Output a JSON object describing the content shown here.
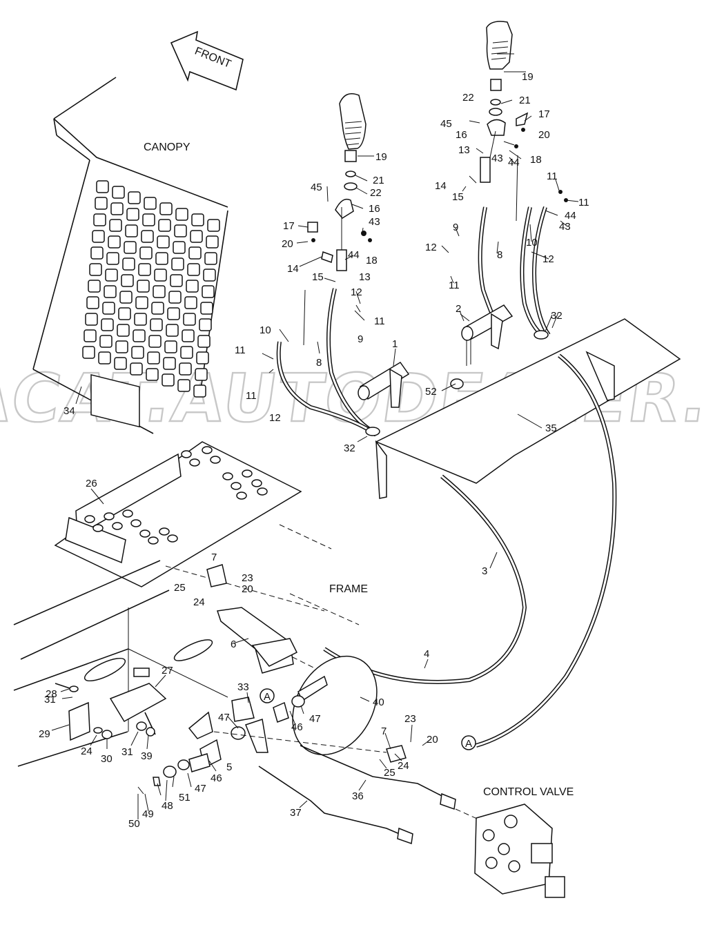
{
  "watermark": "ACAT.AUTODEALER.RU",
  "area_labels": {
    "front": "FRONT",
    "canopy": "CANOPY",
    "frame": "FRAME",
    "control_valve": "CONTROL VALVE"
  },
  "callouts": [
    {
      "id": "c19a",
      "text": "19"
    },
    {
      "id": "c22a",
      "text": "22"
    },
    {
      "id": "c21a",
      "text": "21"
    },
    {
      "id": "c17a",
      "text": "17"
    },
    {
      "id": "c45a",
      "text": "45"
    },
    {
      "id": "c16a",
      "text": "16"
    },
    {
      "id": "c20a",
      "text": "20"
    },
    {
      "id": "c13a",
      "text": "13"
    },
    {
      "id": "c43a",
      "text": "43"
    },
    {
      "id": "c44a",
      "text": "44"
    },
    {
      "id": "c18a",
      "text": "18"
    },
    {
      "id": "c14a",
      "text": "14"
    },
    {
      "id": "c15a",
      "text": "15"
    },
    {
      "id": "c11a",
      "text": "11"
    },
    {
      "id": "c11b",
      "text": "11"
    },
    {
      "id": "c12a",
      "text": "12"
    },
    {
      "id": "c11c",
      "text": "11"
    },
    {
      "id": "c12b",
      "text": "12"
    },
    {
      "id": "c9a",
      "text": "9"
    },
    {
      "id": "c8a",
      "text": "8"
    },
    {
      "id": "c10a",
      "text": "10"
    },
    {
      "id": "c2a",
      "text": "2"
    },
    {
      "id": "c32a",
      "text": "32"
    },
    {
      "id": "c19b",
      "text": "19"
    },
    {
      "id": "c22b",
      "text": "22"
    },
    {
      "id": "c21b",
      "text": "21"
    },
    {
      "id": "c45b",
      "text": "45"
    },
    {
      "id": "c16b",
      "text": "16"
    },
    {
      "id": "c17b",
      "text": "17"
    },
    {
      "id": "c20b",
      "text": "20"
    },
    {
      "id": "c18b",
      "text": "18"
    },
    {
      "id": "c43b",
      "text": "43"
    },
    {
      "id": "c14b",
      "text": "14"
    },
    {
      "id": "c13b",
      "text": "13"
    },
    {
      "id": "c12c",
      "text": "12"
    },
    {
      "id": "c15b",
      "text": "15"
    },
    {
      "id": "c44b",
      "text": "44"
    },
    {
      "id": "c9b",
      "text": "9"
    },
    {
      "id": "c11d",
      "text": "11"
    },
    {
      "id": "c11e",
      "text": "11"
    },
    {
      "id": "c10b",
      "text": "10"
    },
    {
      "id": "c43c",
      "text": "43"
    },
    {
      "id": "c8b",
      "text": "8"
    },
    {
      "id": "c44c",
      "text": "44"
    },
    {
      "id": "c11f",
      "text": "11"
    },
    {
      "id": "c12d",
      "text": "12"
    },
    {
      "id": "c32b",
      "text": "32"
    },
    {
      "id": "c1",
      "text": "1"
    },
    {
      "id": "c34",
      "text": "34"
    },
    {
      "id": "c52",
      "text": "52"
    },
    {
      "id": "c35",
      "text": "35"
    },
    {
      "id": "c26",
      "text": "26"
    },
    {
      "id": "c7a",
      "text": "7"
    },
    {
      "id": "c23a",
      "text": "23"
    },
    {
      "id": "c25a",
      "text": "25"
    },
    {
      "id": "c20c",
      "text": "20"
    },
    {
      "id": "c24a",
      "text": "24"
    },
    {
      "id": "c3",
      "text": "3"
    },
    {
      "id": "c6",
      "text": "6"
    },
    {
      "id": "c4",
      "text": "4"
    },
    {
      "id": "c27",
      "text": "27"
    },
    {
      "id": "c28",
      "text": "28"
    },
    {
      "id": "c31a",
      "text": "31"
    },
    {
      "id": "c33",
      "text": "33"
    },
    {
      "id": "c40",
      "text": "40"
    },
    {
      "id": "c29",
      "text": "29"
    },
    {
      "id": "c24b",
      "text": "24"
    },
    {
      "id": "c30",
      "text": "30"
    },
    {
      "id": "c31b",
      "text": "31"
    },
    {
      "id": "c39",
      "text": "39"
    },
    {
      "id": "c47a",
      "text": "47"
    },
    {
      "id": "c46a",
      "text": "46"
    },
    {
      "id": "c47b",
      "text": "47"
    },
    {
      "id": "c7b",
      "text": "7"
    },
    {
      "id": "c23b",
      "text": "23"
    },
    {
      "id": "c20d",
      "text": "20"
    },
    {
      "id": "c5",
      "text": "5"
    },
    {
      "id": "c46b",
      "text": "46"
    },
    {
      "id": "c47c",
      "text": "47"
    },
    {
      "id": "c51",
      "text": "51"
    },
    {
      "id": "c48",
      "text": "48"
    },
    {
      "id": "c49",
      "text": "49"
    },
    {
      "id": "c50",
      "text": "50"
    },
    {
      "id": "c24c",
      "text": "24"
    },
    {
      "id": "c25b",
      "text": "25"
    },
    {
      "id": "c36",
      "text": "36"
    },
    {
      "id": "c37",
      "text": "37"
    }
  ],
  "connector_marks": [
    {
      "id": "A1",
      "text": "A"
    },
    {
      "id": "A2",
      "text": "A"
    }
  ]
}
